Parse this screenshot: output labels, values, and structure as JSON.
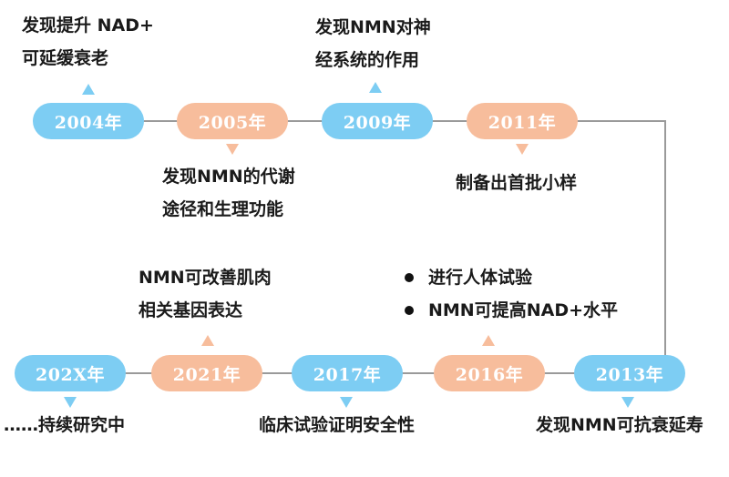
{
  "colors": {
    "blue": "#7dcdf3",
    "peach": "#f7bd9c",
    "connector": "#9a9a9a"
  },
  "events": [
    {
      "year": "2004年",
      "color": "blue",
      "note": [
        "发现提升 NAD+",
        "可延缓衰老"
      ]
    },
    {
      "year": "2005年",
      "color": "peach",
      "note": [
        "发现NMN的代谢",
        "途径和生理功能"
      ]
    },
    {
      "year": "2009年",
      "color": "blue",
      "note": [
        "发现NMN对神",
        "经系统的作用"
      ]
    },
    {
      "year": "2011年",
      "color": "peach",
      "note": [
        "制备出首批小样"
      ]
    },
    {
      "year": "2013年",
      "color": "blue",
      "note": [
        "发现NMN可抗衰延寿"
      ]
    },
    {
      "year": "2016年",
      "color": "peach",
      "note": [
        "进行人体试验",
        "NMN可提高NAD+水平"
      ]
    },
    {
      "year": "2017年",
      "color": "blue",
      "note": [
        "临床试验证明安全性"
      ]
    },
    {
      "year": "2021年",
      "color": "peach",
      "note": [
        "NMN可改善肌肉",
        "相关基因表达"
      ]
    },
    {
      "year": "202X年",
      "color": "blue",
      "note": [
        "……持续研究中"
      ]
    }
  ]
}
